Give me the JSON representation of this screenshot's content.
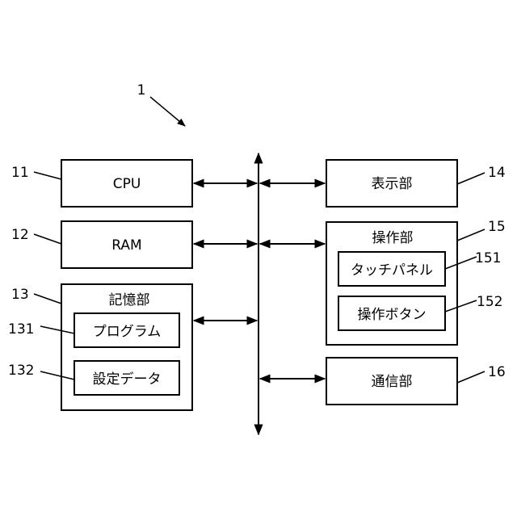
{
  "diagram": {
    "system_ref": "1",
    "blocks": {
      "cpu": {
        "ref": "11",
        "label": "CPU"
      },
      "ram": {
        "ref": "12",
        "label": "RAM"
      },
      "storage": {
        "ref": "13",
        "label": "記憶部",
        "children": {
          "program": {
            "ref": "131",
            "label": "プログラム"
          },
          "settings": {
            "ref": "132",
            "label": "設定データ"
          }
        }
      },
      "display": {
        "ref": "14",
        "label": "表示部"
      },
      "operation": {
        "ref": "15",
        "label": "操作部",
        "children": {
          "touch_panel": {
            "ref": "151",
            "label": "タッチパネル"
          },
          "buttons": {
            "ref": "152",
            "label": "操作ボタン"
          }
        }
      },
      "communication": {
        "ref": "16",
        "label": "通信部"
      }
    }
  }
}
